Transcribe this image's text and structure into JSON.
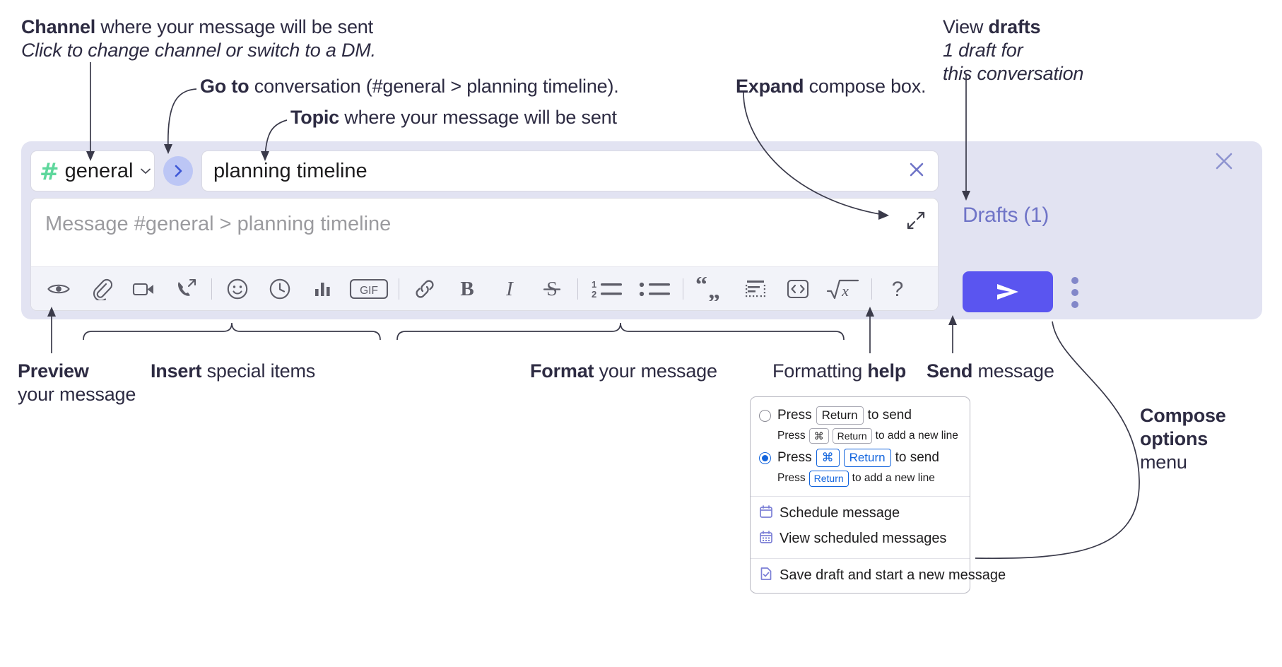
{
  "annotations": {
    "channel": {
      "bold": "Channel",
      "rest": " where your message will be sent",
      "italic": "Click to change channel or switch to a DM."
    },
    "goto": {
      "bold": "Go to",
      "rest": " conversation (#general > planning timeline)."
    },
    "topic": {
      "bold": "Topic",
      "rest": " where your message will be sent"
    },
    "expand": {
      "bold": "Expand",
      "rest": " compose box."
    },
    "drafts": {
      "plain": "View ",
      "bold": "drafts",
      "italic1": "1 draft for",
      "italic2": "this conversation"
    },
    "preview": {
      "bold": "Preview",
      "line2": "your message"
    },
    "insert": {
      "bold": "Insert",
      "rest": " special items"
    },
    "format": {
      "bold": "Format",
      "rest": " your message"
    },
    "help": {
      "plain": "Formatting ",
      "bold": "help"
    },
    "send": {
      "bold": "Send",
      "rest": " message"
    },
    "composeoptions": {
      "bold1": "Compose",
      "bold2": "options",
      "plain": "menu"
    }
  },
  "compose": {
    "channel_selector": {
      "hash": "#",
      "name": "general",
      "chevron": "chevron-down-icon"
    },
    "goto_button_label": "go-to-conversation-chevron",
    "topic_input": {
      "value": "planning timeline",
      "clear_label": "clear-topic"
    },
    "message_input": {
      "placeholder": "Message #general > planning timeline",
      "value": ""
    },
    "expand_label": "expand-compose-box",
    "toolbar": [
      {
        "name": "preview-icon",
        "label": "Preview"
      },
      {
        "name": "attachment-icon",
        "label": "Attach file"
      },
      {
        "name": "video-icon",
        "label": "Record video clip"
      },
      {
        "name": "audio-call-icon",
        "label": "Record audio clip"
      },
      {
        "name": "divider",
        "label": ""
      },
      {
        "name": "emoji-icon",
        "label": "Emoji"
      },
      {
        "name": "clock-icon",
        "label": "Reminder"
      },
      {
        "name": "poll-icon",
        "label": "Poll"
      },
      {
        "name": "gif-icon",
        "label": "GIF"
      },
      {
        "name": "divider",
        "label": ""
      },
      {
        "name": "link-icon",
        "label": "Link"
      },
      {
        "name": "bold-icon",
        "label": "B"
      },
      {
        "name": "italic-icon",
        "label": "I"
      },
      {
        "name": "strikethrough-icon",
        "label": "S"
      },
      {
        "name": "divider",
        "label": ""
      },
      {
        "name": "ordered-list-icon",
        "label": "Ordered list"
      },
      {
        "name": "bulleted-list-icon",
        "label": "Bulleted list"
      },
      {
        "name": "divider",
        "label": ""
      },
      {
        "name": "blockquote-icon",
        "label": "Blockquote"
      },
      {
        "name": "code-block-icon",
        "label": "Code block"
      },
      {
        "name": "inline-code-icon",
        "label": "Code"
      },
      {
        "name": "math-icon",
        "label": "Math"
      },
      {
        "name": "divider",
        "label": ""
      },
      {
        "name": "help-icon",
        "label": "?"
      }
    ],
    "right_pane": {
      "drafts_link": "Drafts (1)",
      "close_label": "close-compose",
      "send_label": "send-message",
      "kebab_label": "compose-options-menu"
    }
  },
  "options_menu": {
    "radio_options": [
      {
        "selected": false,
        "main": {
          "prefix": "Press",
          "keys": [
            "Return"
          ],
          "suffix": "to send"
        },
        "sub": {
          "prefix": "Press",
          "keys": [
            "⌘",
            "Return"
          ],
          "suffix": "to add a new line"
        }
      },
      {
        "selected": true,
        "main": {
          "prefix": "Press",
          "keys": [
            "⌘",
            "Return"
          ],
          "suffix": "to send"
        },
        "sub": {
          "prefix": "Press",
          "keys": [
            "Return"
          ],
          "suffix": "to add a new line"
        }
      }
    ],
    "items": [
      {
        "icon": "calendar-icon",
        "label": "Schedule message"
      },
      {
        "icon": "calendar-grid-icon",
        "label": "View scheduled messages"
      },
      {
        "icon": "save-draft-icon",
        "label": "Save draft and start a new message"
      }
    ]
  },
  "colors": {
    "compose_bg": "#e2e3f2",
    "send_blue": "#5a55f0",
    "drafts_purple": "#6f74c7",
    "hash_green": "#5ed79c",
    "goto_bubble": "#bcc6f5",
    "key_blue": "#1264dd",
    "menu_icon_purple": "#7b7fd6"
  }
}
